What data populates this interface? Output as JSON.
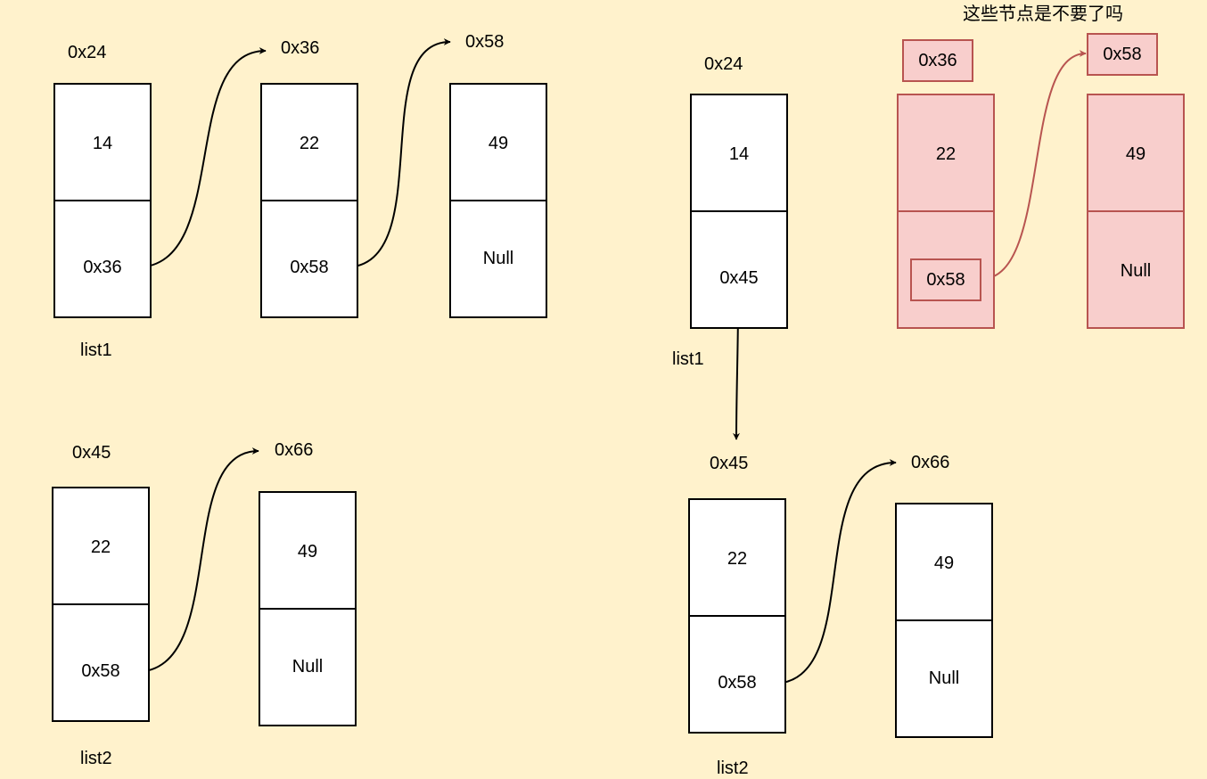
{
  "left": {
    "list1": {
      "name": "list1",
      "nodes": [
        {
          "addr": "0x24",
          "value": "14",
          "next": "0x36"
        },
        {
          "addr": "0x36",
          "value": "22",
          "next": "0x58"
        },
        {
          "addr": "0x58",
          "value": "49",
          "next": "Null"
        }
      ]
    },
    "list2": {
      "name": "list2",
      "nodes": [
        {
          "addr": "0x45",
          "value": "22",
          "next": "0x58"
        },
        {
          "addr": "0x66",
          "value": "49",
          "next": "Null"
        }
      ]
    }
  },
  "right": {
    "question": "这些节点是不要了吗",
    "list1": {
      "name": "list1",
      "nodes": [
        {
          "addr": "0x24",
          "value": "14",
          "next": "0x45"
        }
      ]
    },
    "removed": {
      "nodes": [
        {
          "addr": "0x36",
          "value": "22",
          "next": "0x58"
        },
        {
          "addr": "0x58",
          "value": "49",
          "next": "Null"
        }
      ]
    },
    "list2": {
      "name": "list2",
      "nodes": [
        {
          "addr": "0x45",
          "value": "22",
          "next": "0x58"
        },
        {
          "addr": "0x66",
          "value": "49",
          "next": "Null"
        }
      ]
    }
  },
  "colors": {
    "background": "#fff2cc",
    "removed_fill": "#f8cecc",
    "removed_stroke": "#b85450",
    "normal_stroke": "#000000"
  }
}
